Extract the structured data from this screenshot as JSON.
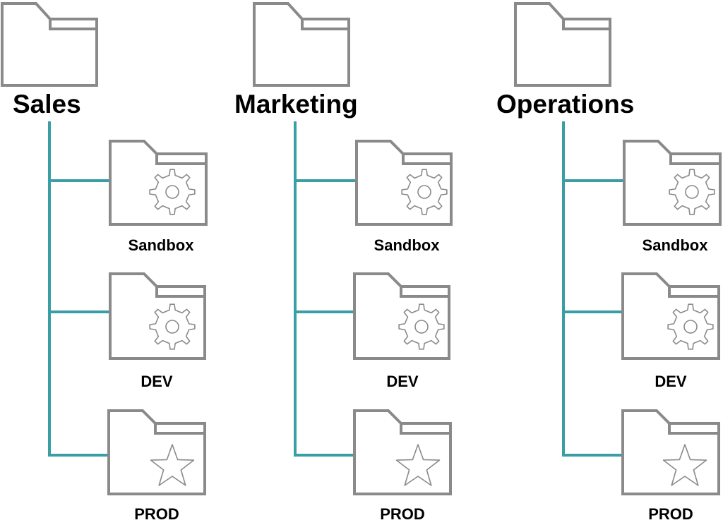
{
  "colors": {
    "folder_stroke": "#8a8a8a",
    "connector": "#3a9ea5",
    "text": "#000000",
    "background": "#ffffff"
  },
  "groups": [
    {
      "title": "Sales",
      "icon": "folder-icon",
      "children": [
        {
          "label": "Sandbox",
          "icon": "gear-icon"
        },
        {
          "label": "DEV",
          "icon": "gear-icon"
        },
        {
          "label": "PROD",
          "icon": "star-icon"
        }
      ]
    },
    {
      "title": "Marketing",
      "icon": "folder-icon",
      "children": [
        {
          "label": "Sandbox",
          "icon": "gear-icon"
        },
        {
          "label": "DEV",
          "icon": "gear-icon"
        },
        {
          "label": "PROD",
          "icon": "star-icon"
        }
      ]
    },
    {
      "title": "Operations",
      "icon": "folder-icon",
      "children": [
        {
          "label": "Sandbox",
          "icon": "gear-icon"
        },
        {
          "label": "DEV",
          "icon": "gear-icon"
        },
        {
          "label": "PROD",
          "icon": "star-icon"
        }
      ]
    }
  ]
}
